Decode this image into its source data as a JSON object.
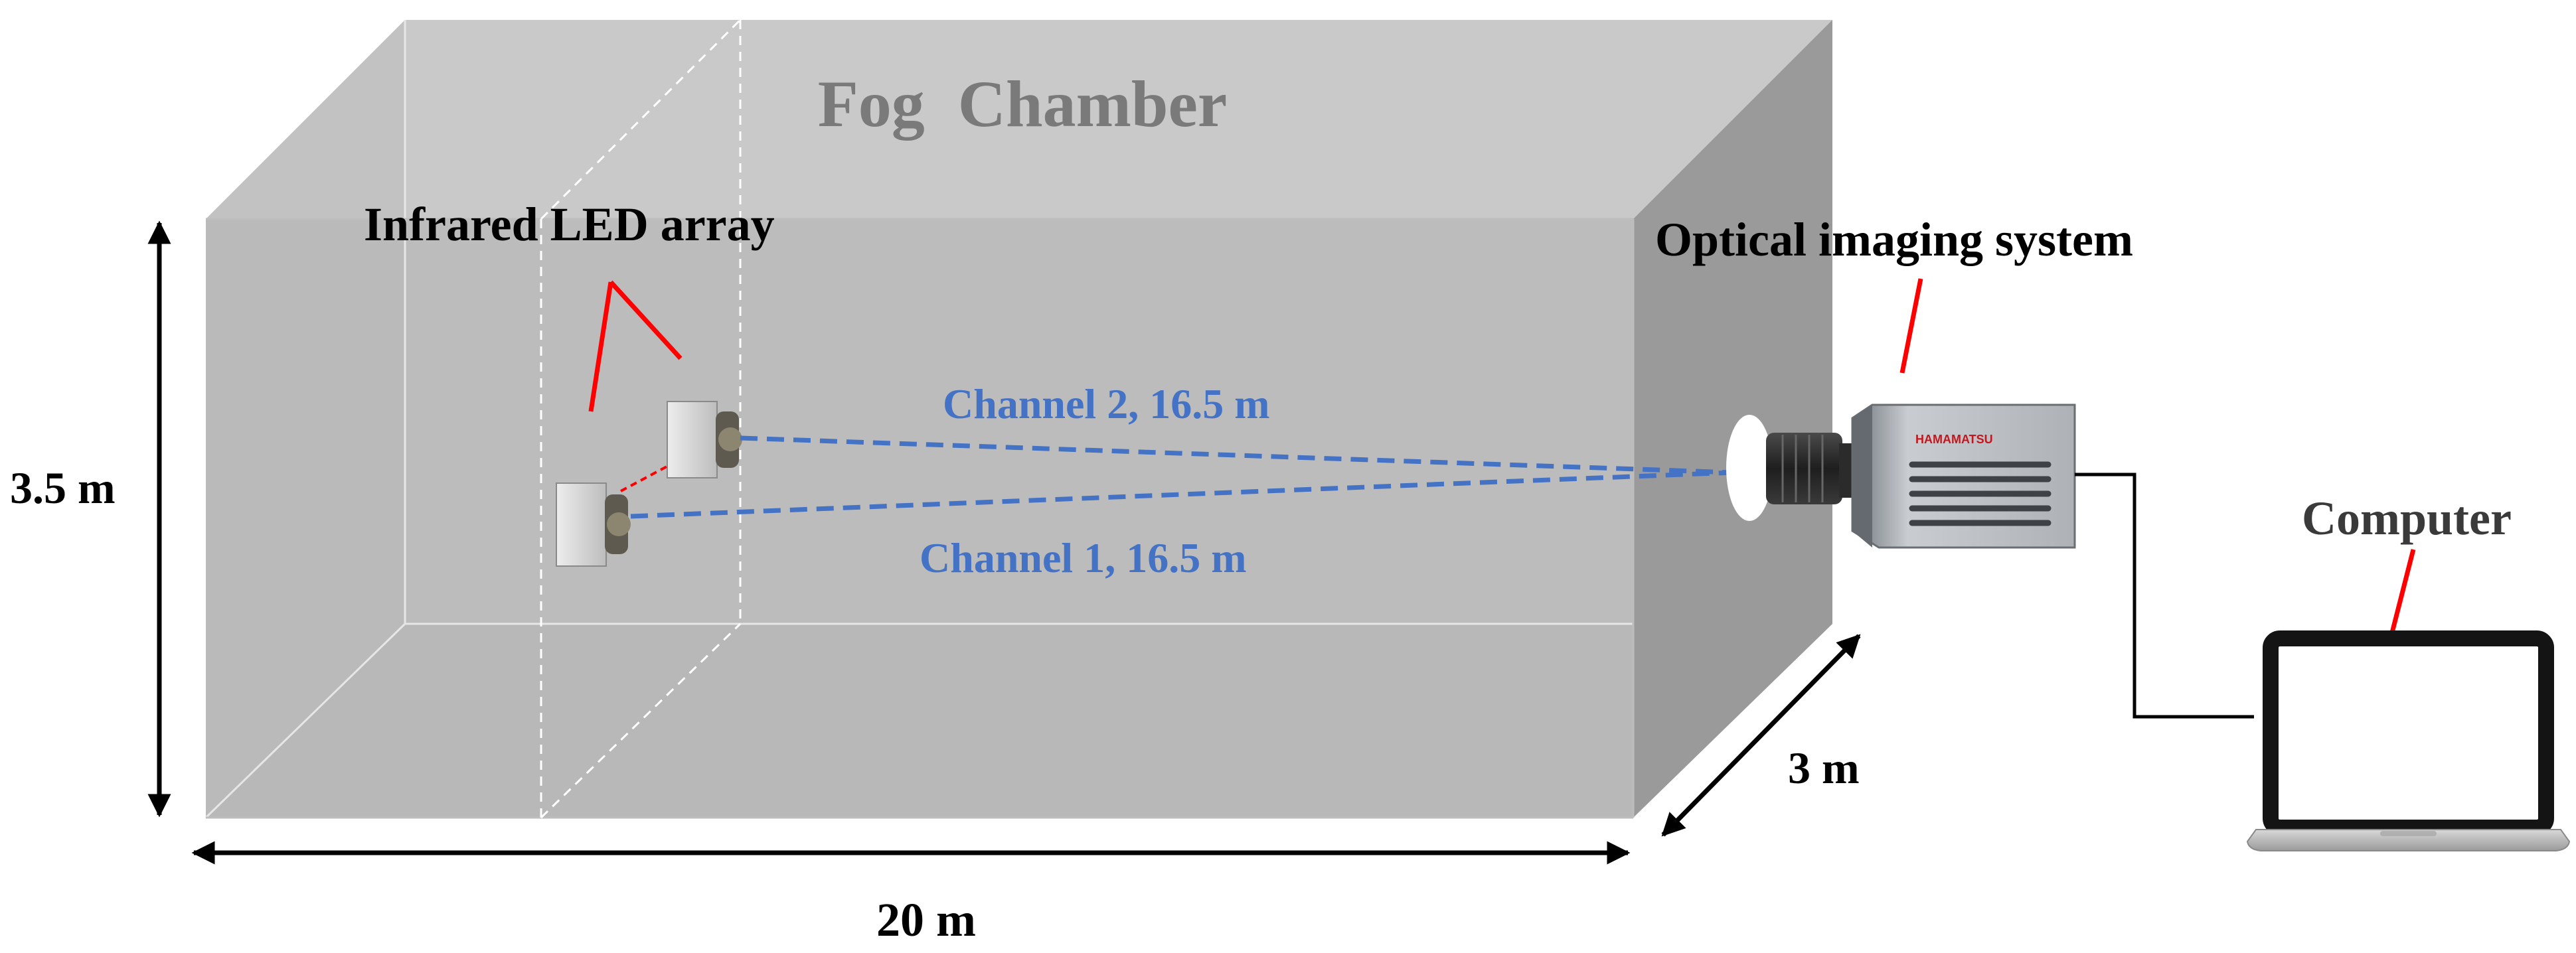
{
  "title": "Fog  Chamber",
  "labels": {
    "led_array": "Infrared LED array",
    "imaging_system": "Optical imaging system",
    "computer": "Computer",
    "channel_2": "Channel 2, 16.5 m",
    "channel_1": "Channel 1, 16.5 m"
  },
  "dimensions": {
    "height": "3.5 m",
    "length": "20 m",
    "depth": "3 m"
  },
  "camera": {
    "brand": "HAMAMATSU"
  },
  "colors": {
    "chamber_front": "#b4b4b4",
    "chamber_top": "#c9c9c9",
    "chamber_side": "#9a9a9a",
    "chamber_back": "#c6c6c6",
    "title_text": "#7a7a7a",
    "channel_line": "#4472c4",
    "pointer_line": "#ff0000",
    "label_text": "#000000",
    "computer_text": "#3a3a3a"
  }
}
